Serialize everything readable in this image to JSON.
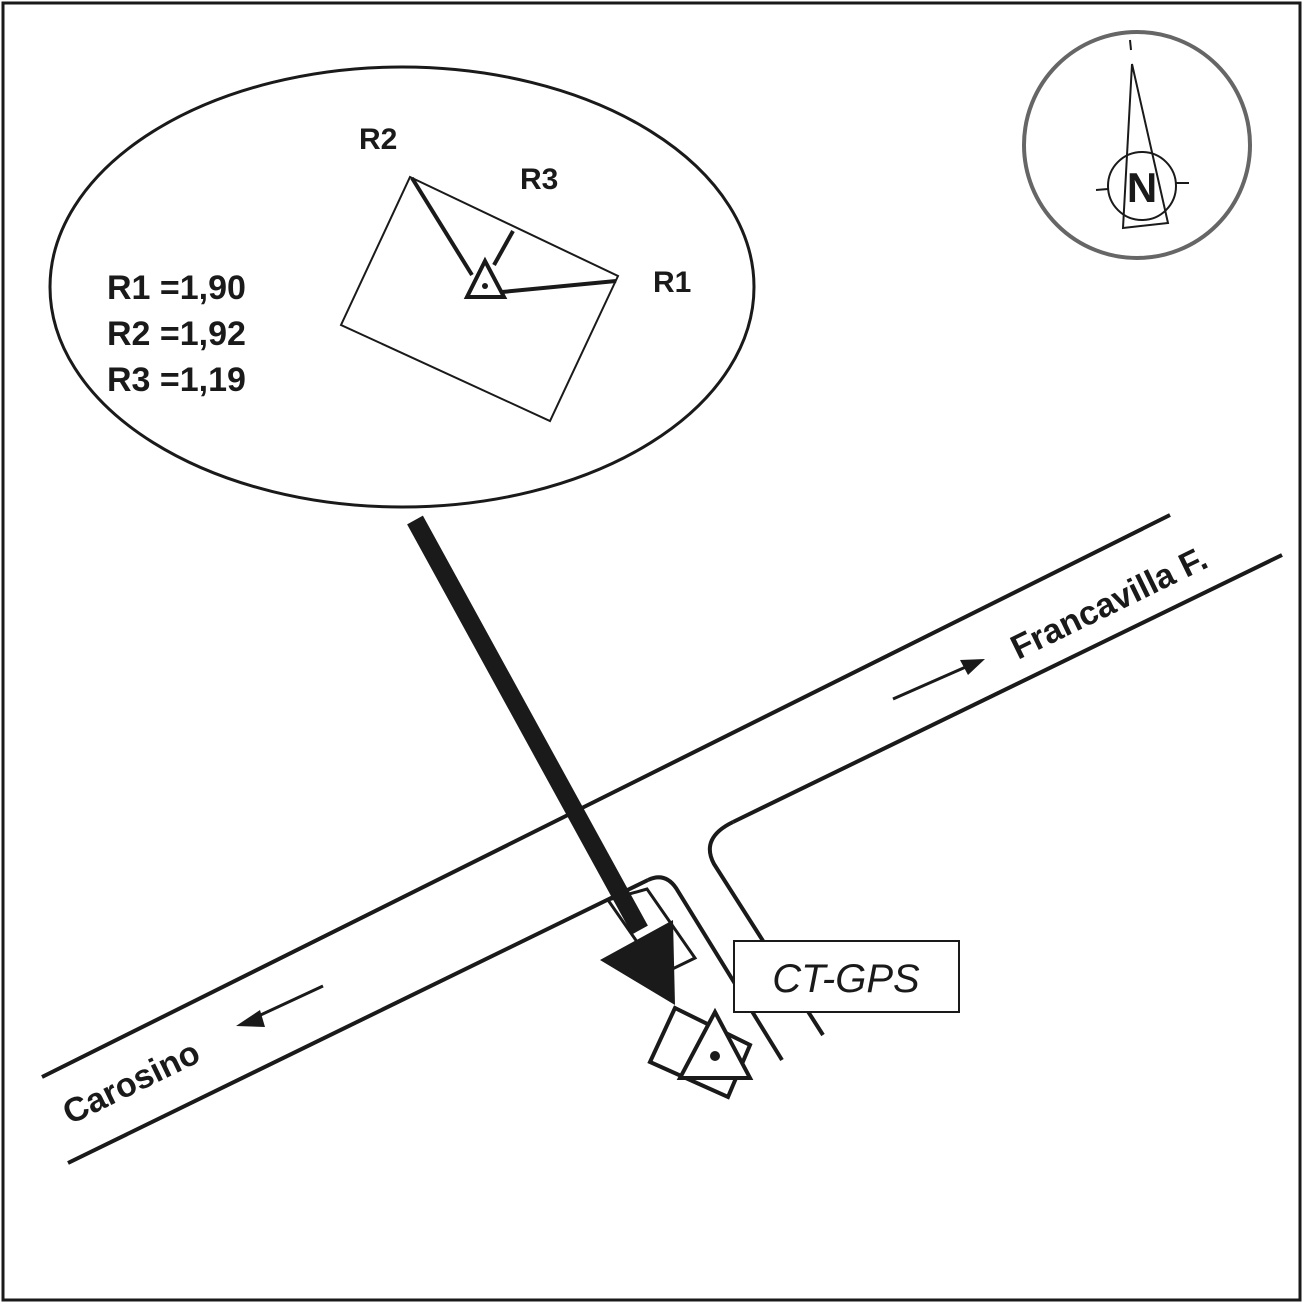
{
  "detail": {
    "labels": {
      "r1": "R1",
      "r2": "R2",
      "r3": "R3"
    },
    "measurements": [
      {
        "label": "R1 =1,90"
      },
      {
        "label": "R2 =1,92"
      },
      {
        "label": "R3 =1,19"
      }
    ]
  },
  "roads": {
    "east": "Francavilla F.",
    "west": "Carosino"
  },
  "station": {
    "label": "CT-GPS"
  },
  "compass": {
    "label": "N"
  },
  "colors": {
    "ink": "#1a1a1a",
    "compass_ring": "#666666"
  }
}
